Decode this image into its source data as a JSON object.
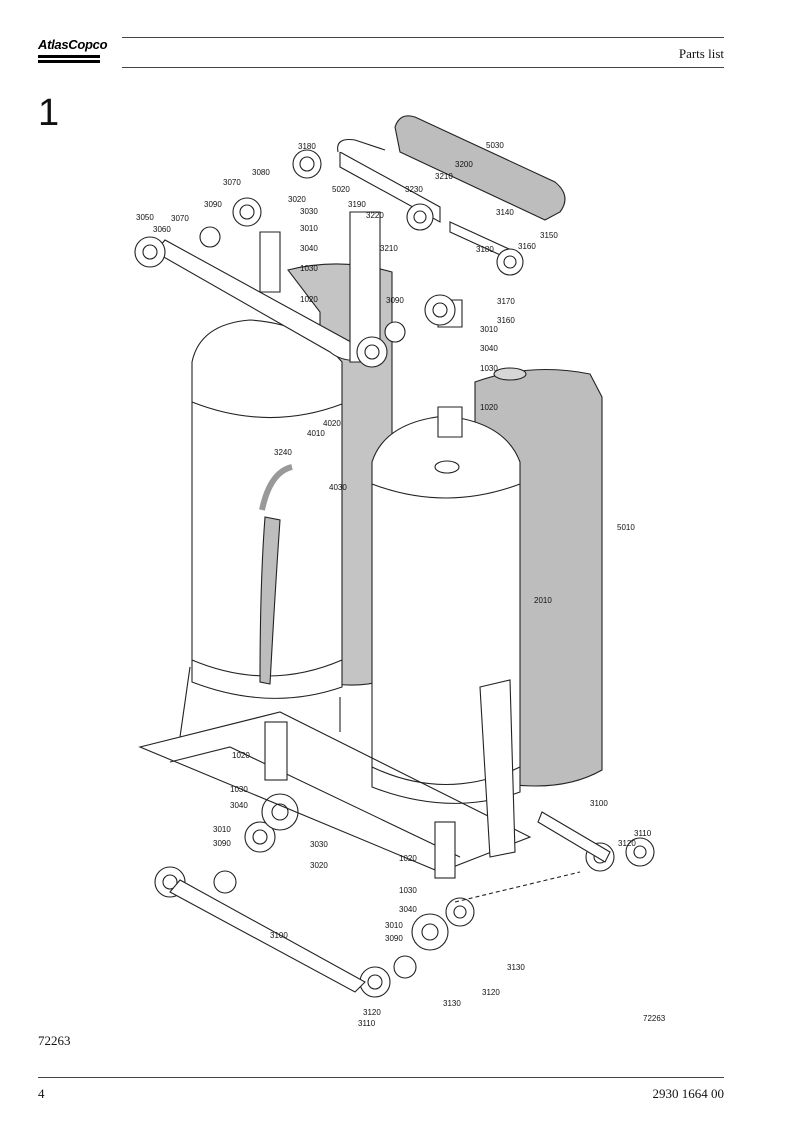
{
  "header": {
    "logo_text": "AtlasCopco",
    "section_title": "Parts list"
  },
  "page": {
    "section_number": "1",
    "drawing_id": "72263",
    "page_number": "4",
    "document_number": "2930 1664 00"
  },
  "diagram": {
    "drawing_ref": "72263",
    "callouts": [
      {
        "id": "c5030",
        "text": "5030"
      },
      {
        "id": "c3180a",
        "text": "3180"
      },
      {
        "id": "c5020",
        "text": "5020"
      },
      {
        "id": "c3200",
        "text": "3200"
      },
      {
        "id": "c3210a",
        "text": "3210"
      },
      {
        "id": "c3230",
        "text": "3230"
      },
      {
        "id": "c3140",
        "text": "3140"
      },
      {
        "id": "c3160a",
        "text": "3160"
      },
      {
        "id": "c3150",
        "text": "3150"
      },
      {
        "id": "c3080",
        "text": "3080"
      },
      {
        "id": "c3070a",
        "text": "3070"
      },
      {
        "id": "c3020a",
        "text": "3020"
      },
      {
        "id": "c3030a",
        "text": "3030"
      },
      {
        "id": "c3010a",
        "text": "3010"
      },
      {
        "id": "c3190",
        "text": "3190"
      },
      {
        "id": "c3220",
        "text": "3220"
      },
      {
        "id": "c3210b",
        "text": "3210"
      },
      {
        "id": "c3050",
        "text": "3050"
      },
      {
        "id": "c3070b",
        "text": "3070"
      },
      {
        "id": "c3090a",
        "text": "3090"
      },
      {
        "id": "c3060",
        "text": "3060"
      },
      {
        "id": "c3040a",
        "text": "3040"
      },
      {
        "id": "c1030a",
        "text": "1030"
      },
      {
        "id": "c1020a",
        "text": "1020"
      },
      {
        "id": "c3180b",
        "text": "3180"
      },
      {
        "id": "c3170",
        "text": "3170"
      },
      {
        "id": "c3160b",
        "text": "3160"
      },
      {
        "id": "c3090b",
        "text": "3090"
      },
      {
        "id": "c3010b",
        "text": "3010"
      },
      {
        "id": "c3040b",
        "text": "3040"
      },
      {
        "id": "c1030b",
        "text": "1030"
      },
      {
        "id": "c1020b",
        "text": "1020"
      },
      {
        "id": "c4020",
        "text": "4020"
      },
      {
        "id": "c4010",
        "text": "4010"
      },
      {
        "id": "c3240",
        "text": "3240"
      },
      {
        "id": "c4030",
        "text": "4030"
      },
      {
        "id": "c5010",
        "text": "5010"
      },
      {
        "id": "c2010",
        "text": "2010"
      },
      {
        "id": "c1020c",
        "text": "1020"
      },
      {
        "id": "c1030c",
        "text": "1030"
      },
      {
        "id": "c3040c",
        "text": "3040"
      },
      {
        "id": "c3010c",
        "text": "3010"
      },
      {
        "id": "c3090c",
        "text": "3090"
      },
      {
        "id": "c3030b",
        "text": "3030"
      },
      {
        "id": "c3020b",
        "text": "3020"
      },
      {
        "id": "c3100a",
        "text": "3100"
      },
      {
        "id": "c3110a",
        "text": "3110"
      },
      {
        "id": "c3120a",
        "text": "3120"
      },
      {
        "id": "c1020d",
        "text": "1020"
      },
      {
        "id": "c1030d",
        "text": "1030"
      },
      {
        "id": "c3040d",
        "text": "3040"
      },
      {
        "id": "c3010d",
        "text": "3010"
      },
      {
        "id": "c3090d",
        "text": "3090"
      },
      {
        "id": "c3100b",
        "text": "3100"
      },
      {
        "id": "c3130a",
        "text": "3130"
      },
      {
        "id": "c3120b",
        "text": "3120"
      },
      {
        "id": "c3130b",
        "text": "3130"
      },
      {
        "id": "c3120c",
        "text": "3120"
      },
      {
        "id": "c3110b",
        "text": "3110"
      }
    ]
  }
}
